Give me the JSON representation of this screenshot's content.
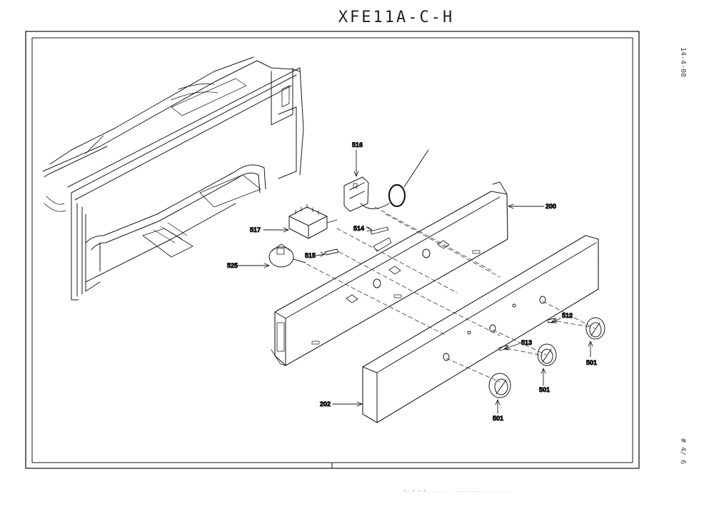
{
  "header": {
    "model_code": "XFE11A-C-H"
  },
  "margin": {
    "date_stamp": "14-4-08",
    "page_stamp": "# 4/ 6"
  },
  "footer": {
    "scan_text": "r. c.c.c. ...... ............... ...."
  },
  "parts": {
    "p200": "200",
    "p202": "202",
    "p501a": "501",
    "p501b": "501",
    "p501c": "501",
    "p512": "512",
    "p513": "513",
    "p514": "514",
    "p515": "515",
    "p516": "516",
    "p517": "517",
    "p525": "525"
  }
}
